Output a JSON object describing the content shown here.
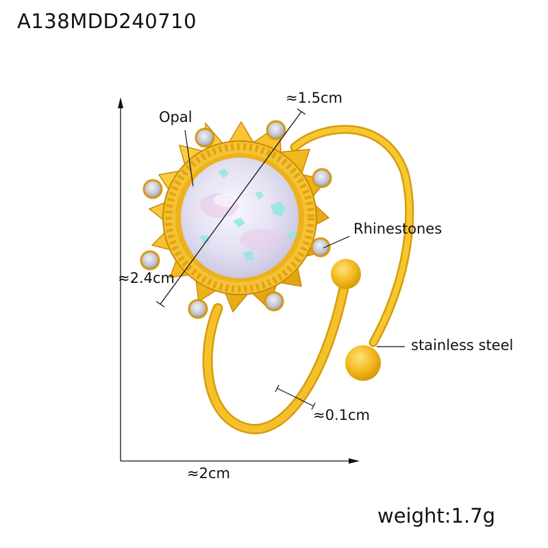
{
  "product": {
    "sku": "A138MDD240710",
    "weight_label": "weight:1.7g"
  },
  "dimensions": {
    "height": "≈2.4cm",
    "width": "≈2cm",
    "stone_diameter": "≈1.5cm",
    "band_thickness": "≈0.1cm"
  },
  "callouts": {
    "stone": "Opal",
    "accent_stones": "Rhinestones",
    "material": "stainless steel"
  },
  "colors": {
    "gold": "#F2B91E",
    "gold_dark": "#D89A0C",
    "gold_light": "#FFD95A",
    "opal": "#E6E4F4",
    "opal_fleck": "#8FE8E0",
    "opal_pink": "#EAC8E8",
    "rhinestone": "#C9CAD6",
    "line": "#111111"
  }
}
